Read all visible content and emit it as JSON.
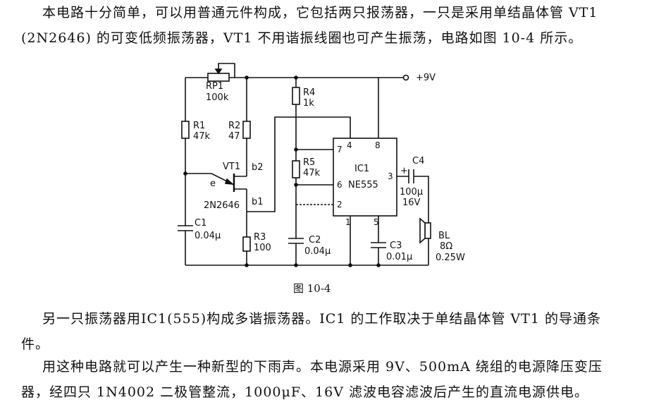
{
  "intro": {
    "line1": "本电路十分简单，可以用普通元件构成，它包括两只报荡器，一只是采用单结晶体管 VT1",
    "line2": "(2N2646) 的可变低频振荡器，VT1 不用谐振线圈也可产生振荡，电路如图 10-4 所示。"
  },
  "figure": {
    "caption": "图 10-4",
    "labels": {
      "supply": "+9V",
      "rp1": "RP1",
      "rp1_val": "100k",
      "r1": "R1",
      "r1_val": "47k",
      "r2": "R2",
      "r2_val": "47",
      "r4": "R4",
      "r4_val": "1k",
      "r5": "R5",
      "r5_val": "47k",
      "r3": "R3",
      "r3_val": "100",
      "c1": "C1",
      "c1_val": "0.04μ",
      "c2": "C2",
      "c2_val": "0.04μ",
      "c3": "C3",
      "c3_val": "0.01μ",
      "c4": "C4",
      "c4_val1": "100μ",
      "c4_val2": "16V",
      "c4_plus": "+",
      "vt1": "VT1",
      "vt1_model": "2N2646",
      "e": "e",
      "b1": "b1",
      "b2": "b2",
      "ic1": "IC1",
      "ic1_model": "NE555",
      "pin1": "1",
      "pin2": "2",
      "pin3": "3",
      "pin4": "4",
      "pin5": "5",
      "pin6": "6",
      "pin7": "7",
      "pin8": "8",
      "bl": "BL",
      "bl_val1": "8Ω",
      "bl_val2": "0.25W"
    }
  },
  "body": {
    "p2_line1": "另一只振荡器用IC1(555)构成多谐振荡器。IC1 的工作取决于单结晶体管 VT1 的导通条",
    "p2_line2": "件。",
    "p3_line1": "用这种电路就可以产生一种新型的下雨声。本电源采用 9V、500mA 绕组的电源降压变压",
    "p3_line2": "器，经四只 1N4002 二极管整流，1000μF、16V 滤波电容滤波后产生的直流电源供电。"
  }
}
